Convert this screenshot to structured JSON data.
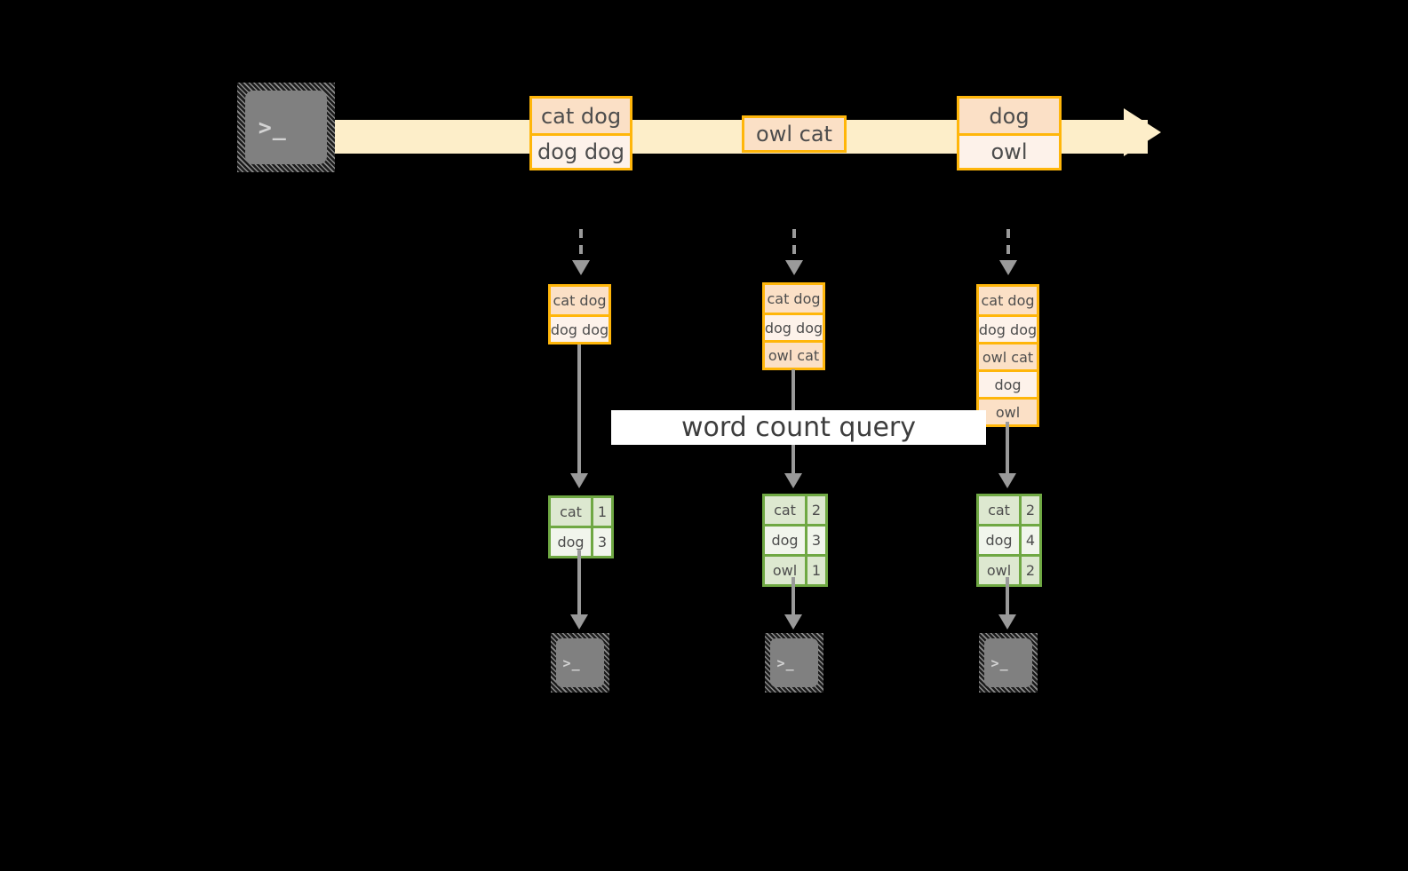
{
  "diagram": {
    "title_banner": {
      "label": "word count query"
    },
    "source": {
      "icon": "terminal-icon",
      "glyph": ">_"
    },
    "stream": {
      "label": "",
      "color": "#fdeec9",
      "direction": "left-to-right"
    },
    "stream_records": [
      {
        "group_id": "batch-1",
        "rows": [
          "cat dog",
          "dog dog"
        ]
      },
      {
        "group_id": "batch-2",
        "rows": [
          "owl cat"
        ]
      },
      {
        "group_id": "batch-3",
        "rows": [
          "dog",
          "owl"
        ]
      }
    ],
    "accumulated_states": [
      {
        "state_id": "state-1",
        "rows": [
          "cat dog",
          "dog dog"
        ]
      },
      {
        "state_id": "state-2",
        "rows": [
          "cat dog",
          "dog dog",
          "owl cat"
        ]
      },
      {
        "state_id": "state-3",
        "rows": [
          "cat dog",
          "dog dog",
          "owl cat",
          "dog",
          "owl"
        ]
      }
    ],
    "results": [
      {
        "result_id": "result-1",
        "rows": [
          {
            "word": "cat",
            "count": "1"
          },
          {
            "word": "dog",
            "count": "3"
          }
        ]
      },
      {
        "result_id": "result-2",
        "rows": [
          {
            "word": "cat",
            "count": "2"
          },
          {
            "word": "dog",
            "count": "3"
          },
          {
            "word": "owl",
            "count": "1"
          }
        ]
      },
      {
        "result_id": "result-3",
        "rows": [
          {
            "word": "cat",
            "count": "2"
          },
          {
            "word": "dog",
            "count": "4"
          },
          {
            "word": "owl",
            "count": "2"
          }
        ]
      }
    ],
    "sinks": [
      {
        "sink_id": "sink-1",
        "icon": "terminal-icon",
        "glyph": ">_"
      },
      {
        "sink_id": "sink-2",
        "icon": "terminal-icon",
        "glyph": ">_"
      },
      {
        "sink_id": "sink-3",
        "icon": "terminal-icon",
        "glyph": ">_"
      }
    ],
    "colors": {
      "record_border": "#ffb60a",
      "record_fill_dark": "#fbe0c6",
      "record_fill_light": "#fdf2ea",
      "table_border": "#6fa843",
      "table_fill_dark": "#dde8d0",
      "table_fill_light": "#f1f5ec",
      "stream": "#fdeec9",
      "connector": "#9a9a9a",
      "banner_bg": "#ffffff",
      "background": "#000000"
    }
  }
}
